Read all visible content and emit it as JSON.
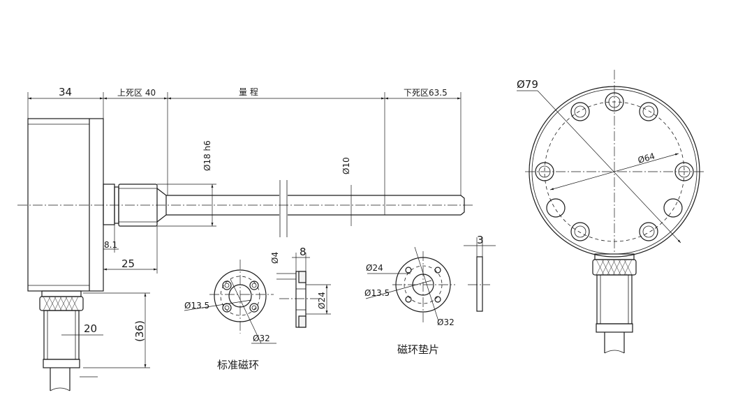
{
  "labels": {
    "dim_34": "34",
    "dim_dead_top": "上死区 40",
    "dim_stroke": "量 程",
    "dim_dead_bottom": "下死区63.5",
    "dim_rod18": "Ø18 h6",
    "dim_rod10": "Ø10",
    "dim_81": "8.1",
    "dim_25": "25",
    "dim_20": "20",
    "dim_36": "(36)",
    "dim_d4": "Ø4",
    "dim_8": "8",
    "dim_d24_side": "Ø24",
    "dim_d135_std": "Ø13.5",
    "dim_d32_std": "Ø32",
    "cap_std_ring": "标准磁环",
    "dim_d24_shim": "Ø24",
    "dim_d135_shim": "Ø13.5",
    "dim_d32_shim": "Ø32",
    "cap_shim": "磁环垫片",
    "dim_3": "3",
    "dim_d79": "Ø79",
    "dim_d64": "Ø64"
  }
}
